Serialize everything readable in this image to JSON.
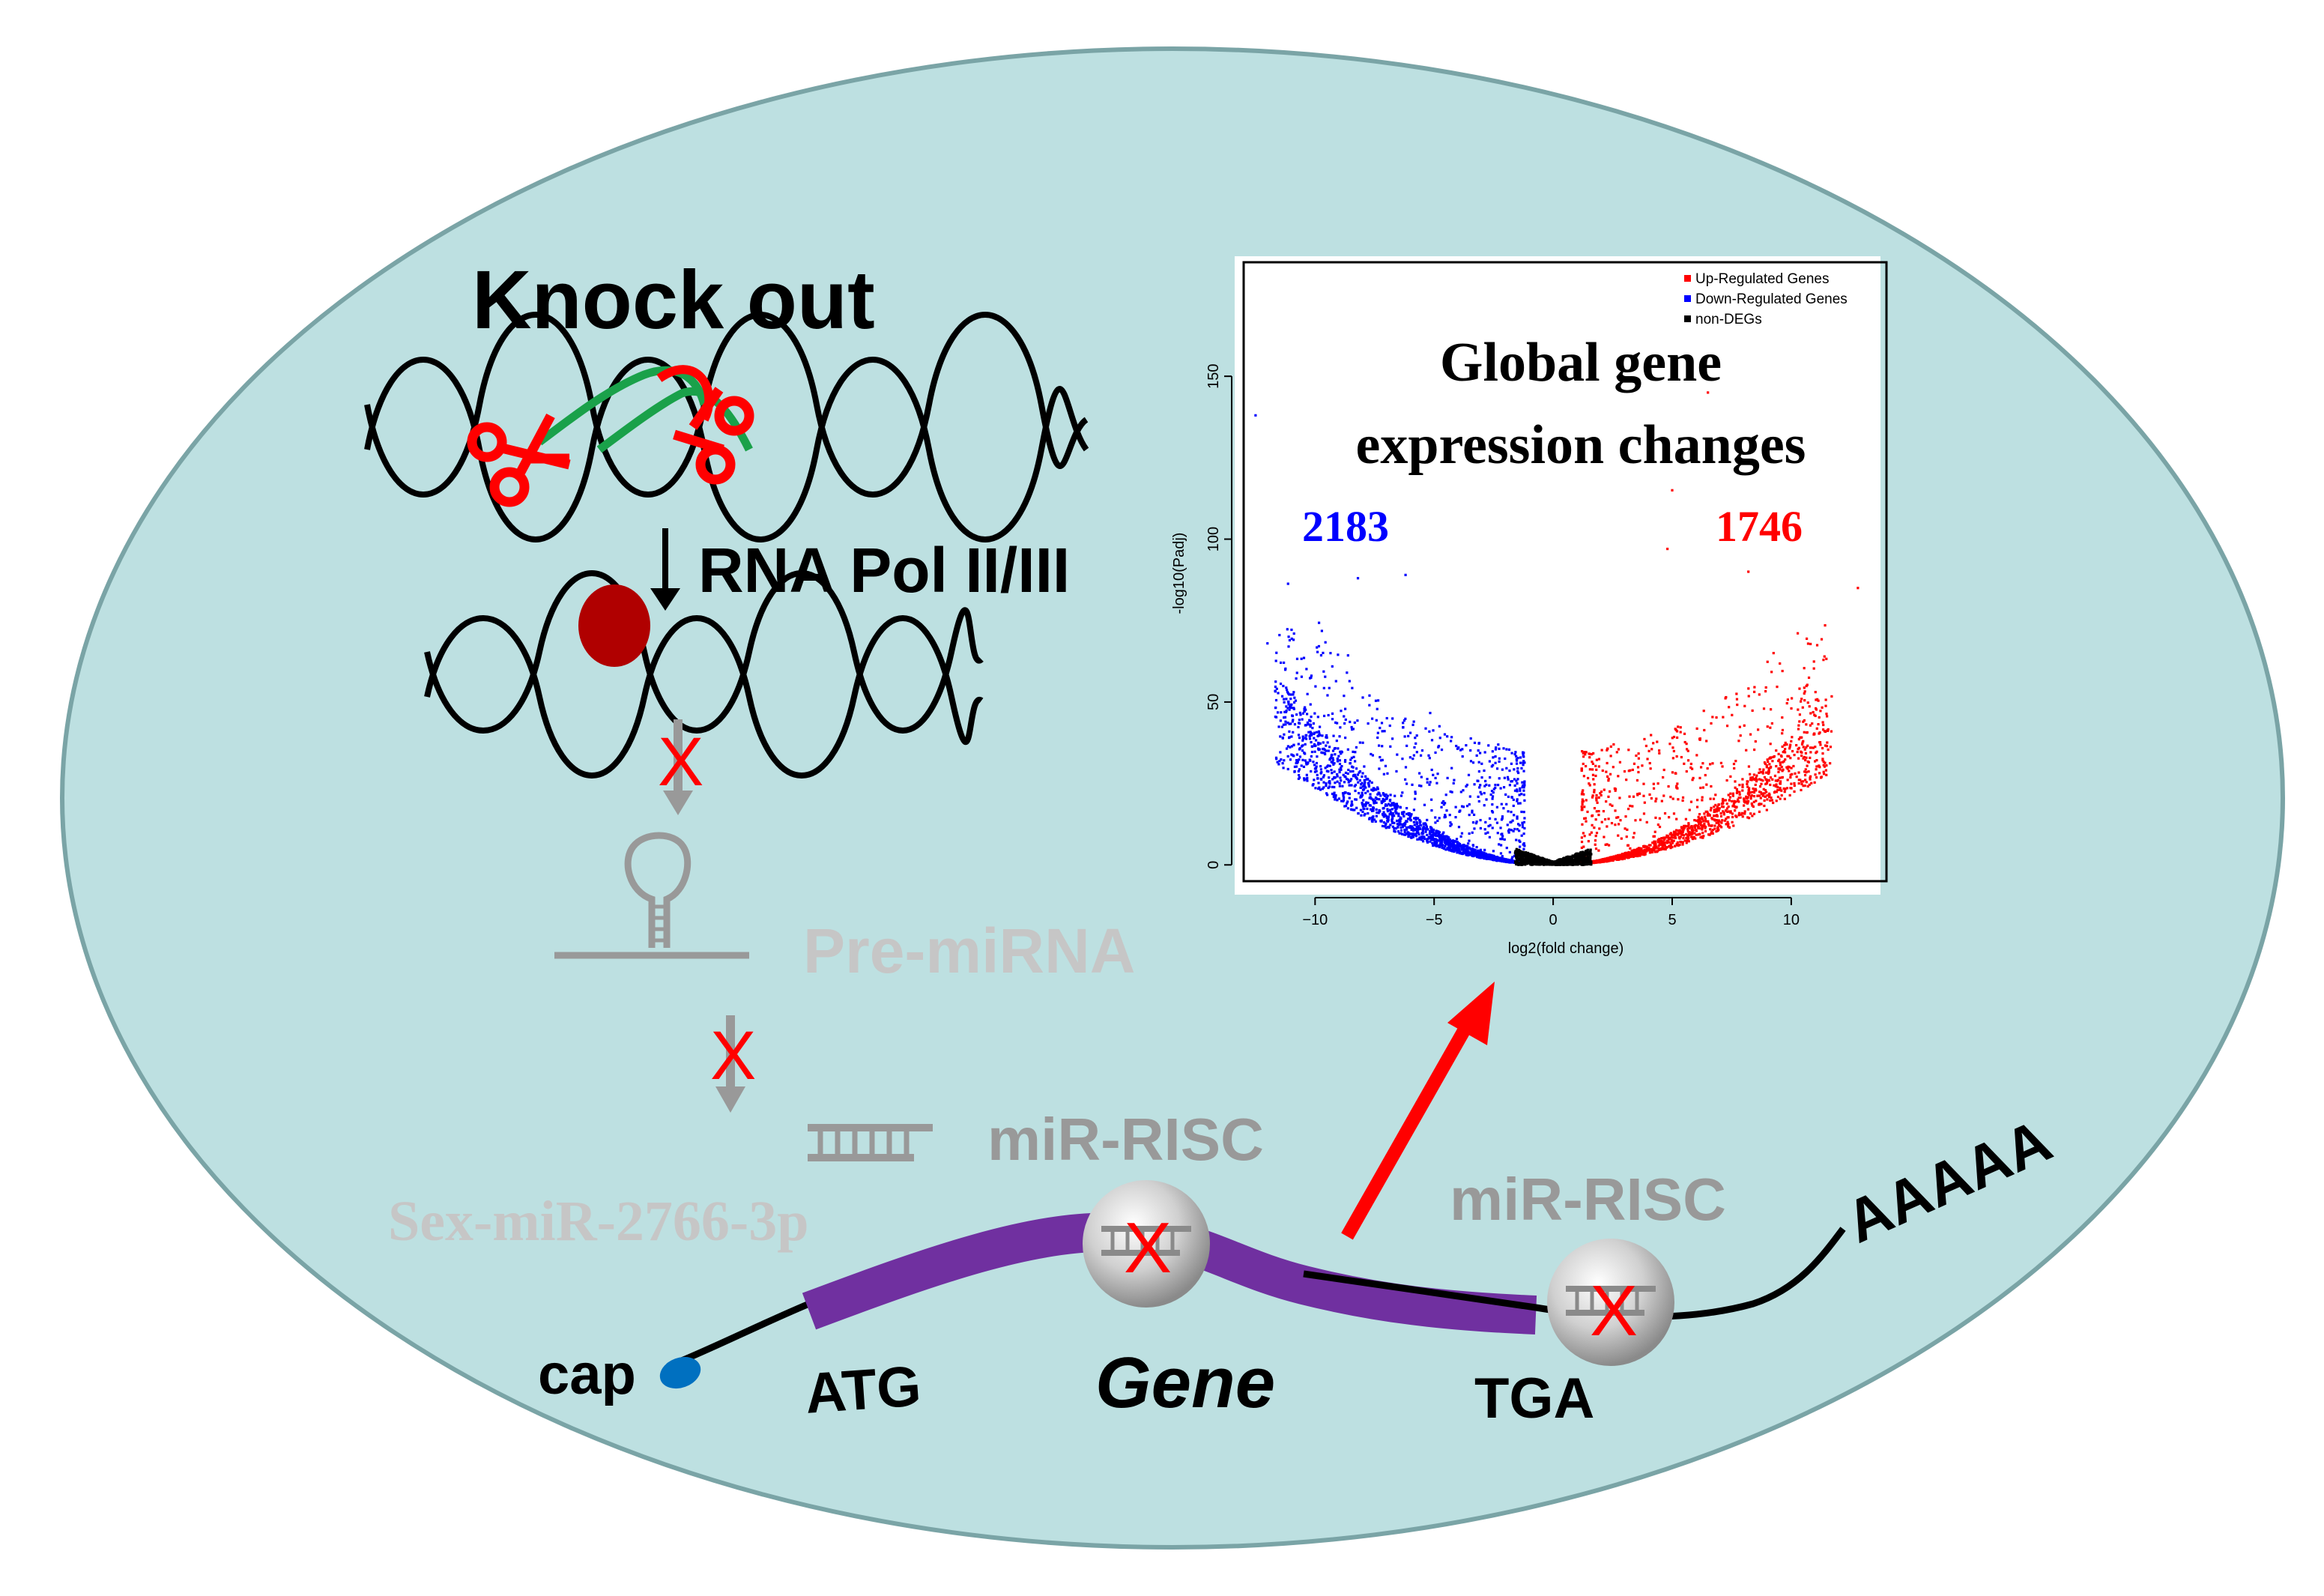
{
  "colors": {
    "cell_fill": "#bde0e1",
    "cell_stroke": "#7aa4a6",
    "dna": "#000000",
    "scissors": "#ff0000",
    "guide_rna": "#1aa14a",
    "polymerase": "#b00000",
    "faded": "#999999",
    "faded_light": "#c6c6c6",
    "gene_body": "#7030a0",
    "cap": "#0070c0",
    "up": "#ff0000",
    "down": "#0000ff",
    "non_deg": "#000000",
    "arrow": "#ff0000"
  },
  "knockout": {
    "title": "Knock out",
    "polymerase_label": "RNA Pol II/III"
  },
  "pathway": {
    "pre_mirna_label": "Pre-miRNA",
    "mature_mirna_label": "Sex-miR-2766-3p",
    "risc_label_1": "miR-RISC",
    "risc_label_2": "miR-RISC",
    "block_mark": "X"
  },
  "mrna": {
    "cap_label": "cap",
    "start_codon": "ATG",
    "gene_label": "Gene",
    "stop_codon": "TGA",
    "polya_label": "AAAAA"
  },
  "plot": {
    "title_line1": "Global gene",
    "title_line2": "expression changes",
    "down_count": "2183",
    "up_count": "1746"
  },
  "chart_data": {
    "type": "scatter",
    "title": "Global gene expression changes",
    "xlabel": "log2(fold change)",
    "ylabel": "-log10(Padj)",
    "xlim": [
      -13,
      14
    ],
    "ylim": [
      -5,
      185
    ],
    "x_ticks": [
      -10,
      -5,
      0,
      5,
      10
    ],
    "y_ticks": [
      0,
      50,
      100,
      150
    ],
    "legend_position": "top-right",
    "series": [
      {
        "name": "Up-Regulated Genes",
        "color": "#ff0000",
        "count": 1746
      },
      {
        "name": "Down-Regulated Genes",
        "color": "#0000ff",
        "count": 2183
      },
      {
        "name": "non-DEGs",
        "color": "#000000"
      }
    ],
    "highlight_points": [
      {
        "x": -12.5,
        "y": 138,
        "series": "Down-Regulated Genes"
      },
      {
        "x": -8.2,
        "y": 88,
        "series": "Down-Regulated Genes"
      },
      {
        "x": -6.2,
        "y": 89,
        "series": "Down-Regulated Genes"
      },
      {
        "x": -12.0,
        "y": 68,
        "series": "Down-Regulated Genes"
      },
      {
        "x": 6.5,
        "y": 145,
        "series": "Up-Regulated Genes"
      },
      {
        "x": 5.0,
        "y": 115,
        "series": "Up-Regulated Genes"
      },
      {
        "x": 8.2,
        "y": 90,
        "series": "Up-Regulated Genes"
      },
      {
        "x": 12.8,
        "y": 85,
        "series": "Up-Regulated Genes"
      },
      {
        "x": 4.8,
        "y": 97,
        "series": "Up-Regulated Genes"
      }
    ]
  }
}
